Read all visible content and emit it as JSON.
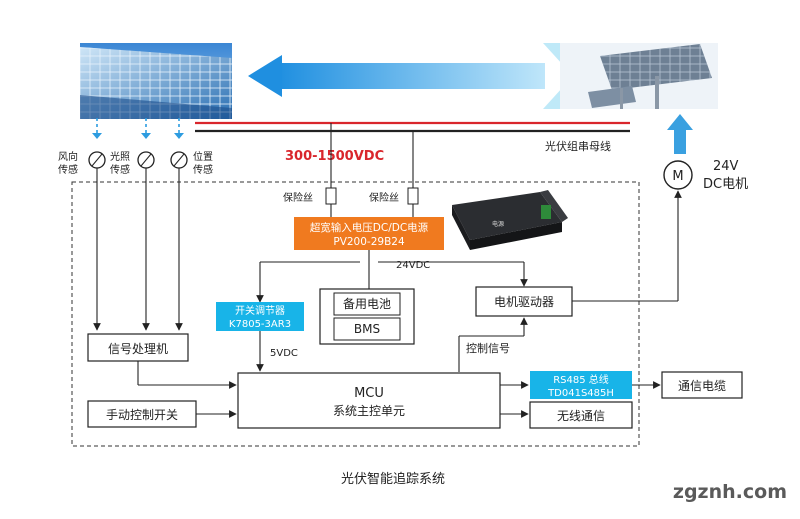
{
  "bus_label": "光伏组串母线",
  "voltage_label": "300-1500VDC",
  "motor": {
    "symbol": "M",
    "line1": "24V",
    "line2": "DC电机"
  },
  "sensors": [
    {
      "line1": "风向",
      "line2": "传感"
    },
    {
      "line1": "光照",
      "line2": "传感"
    },
    {
      "line1": "位置",
      "line2": "传感"
    }
  ],
  "fuse_label": "保险丝",
  "dcdc": {
    "line1": "超宽输入电压DC/DC电源",
    "line2": "PV200-29B24"
  },
  "psu_module_label": "电源",
  "dc24_label": "24VDC",
  "switch_reg": {
    "line1": "开关调节器",
    "line2": "K7805-3AR3"
  },
  "dc5_label": "5VDC",
  "backup_battery": "备用电池",
  "bms": "BMS",
  "motor_driver": "电机驱动器",
  "control_signal": "控制信号",
  "signal_processor": "信号处理机",
  "manual_switch": "手动控制开关",
  "mcu": {
    "line1": "MCU",
    "line2": "系统主控单元"
  },
  "rs485": {
    "line1": "RS485 总线",
    "line2": "TD041S485H"
  },
  "comm_cable": "通信电缆",
  "wireless": "无线通信",
  "system_title": "光伏智能追踪系统",
  "watermark": "zgznh.com",
  "colors": {
    "accent_orange": "#f07a1f",
    "accent_cyan": "#18b4e8",
    "bus_red": "#d9262c",
    "arrow_blue": "#3aa0e0"
  }
}
